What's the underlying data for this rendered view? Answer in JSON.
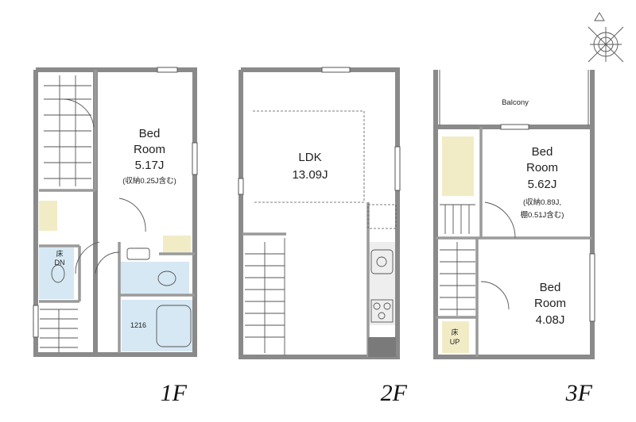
{
  "floors": [
    {
      "id": "1f",
      "label": "1F",
      "rooms": [
        {
          "name": "Bed Room",
          "size": "5.17J",
          "note": "(収納0.25J含む)"
        }
      ],
      "marks": {
        "floor_dn": "床\nDN",
        "bath": "1216"
      }
    },
    {
      "id": "2f",
      "label": "2F",
      "rooms": [
        {
          "name": "LDK",
          "size": "13.09J"
        }
      ]
    },
    {
      "id": "3f",
      "label": "3F",
      "balcony": "Balcony",
      "rooms": [
        {
          "name": "Bed Room",
          "size": "5.62J",
          "note1": "(収納0.89J,",
          "note2": "棚0.51J含む)"
        },
        {
          "name": "Bed Room",
          "size": "4.08J"
        }
      ],
      "marks": {
        "floor_up": "床\nUP"
      }
    }
  ],
  "colors": {
    "wall": "#8a8a8a",
    "wet_area": "#d6e8f3",
    "storage": "#f2ecc6",
    "ink": "#222222"
  },
  "icons": [
    "compass-north-icon"
  ]
}
